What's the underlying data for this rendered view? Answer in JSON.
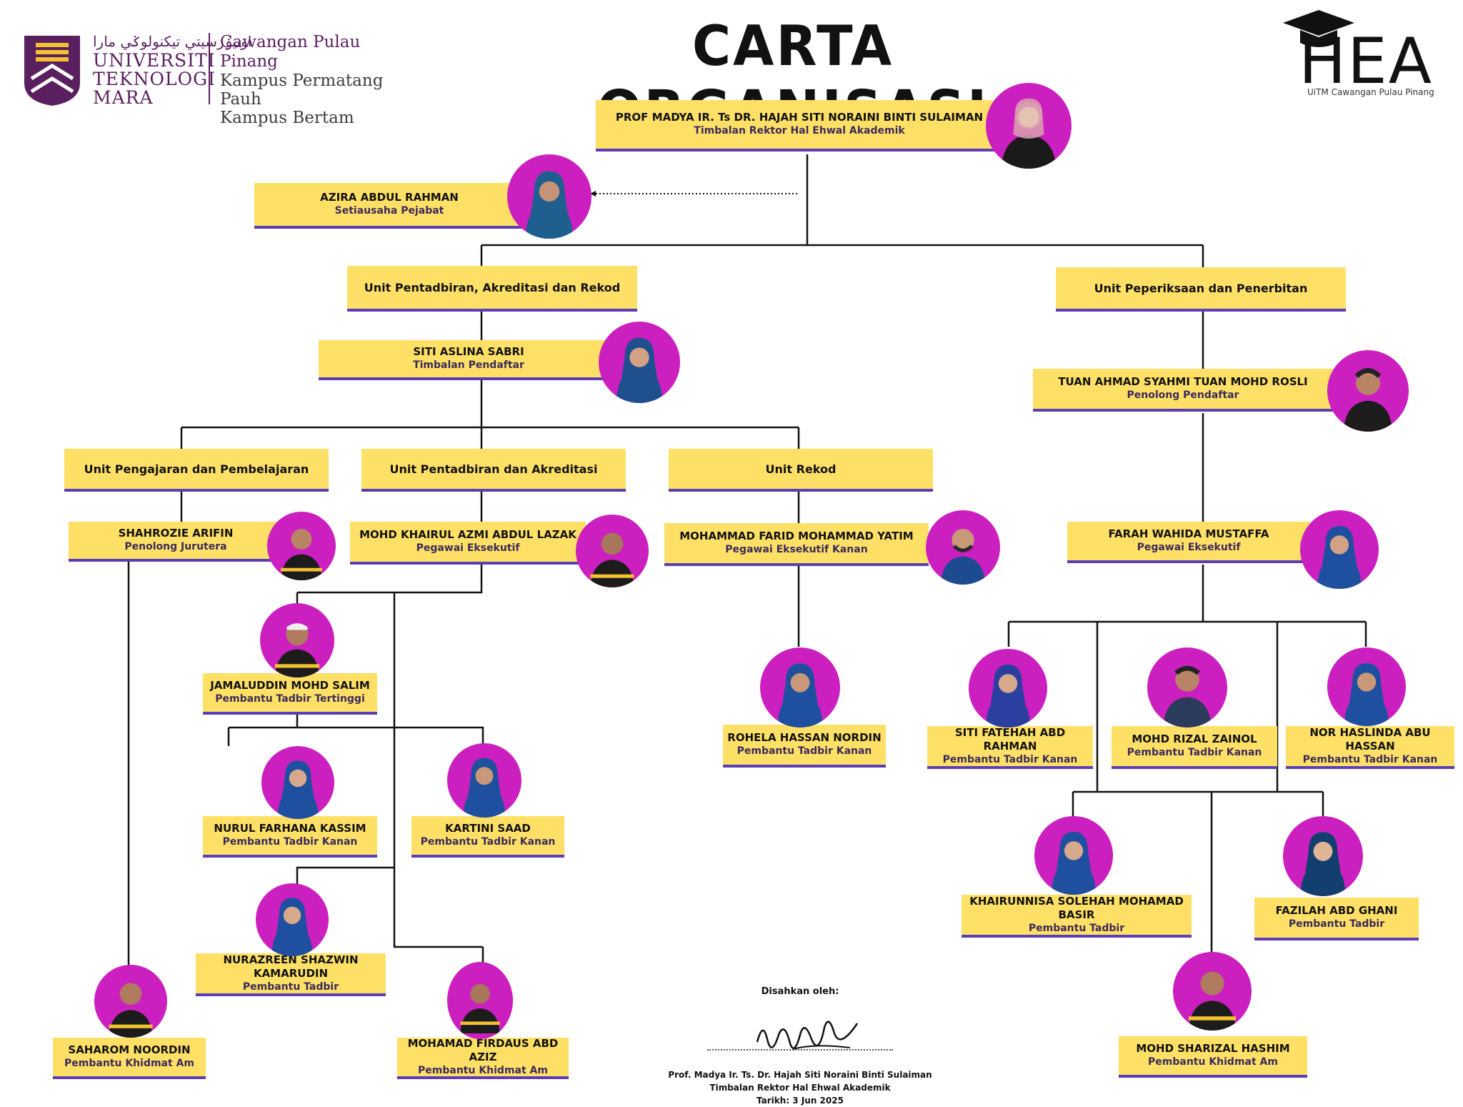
{
  "title": "CARTA ORGANISASI",
  "logo": {
    "arabic": "اونيۏرسيتي تيكنولوݢي مارا",
    "university_lines": [
      "UNIVERSITI",
      "TEKNOLOGI",
      "MARA"
    ],
    "campus_lines": [
      "Cawangan Pulau Pinang",
      "Kampus Permatang Pauh",
      "Kampus Bertam"
    ]
  },
  "hea": {
    "text": "HEA",
    "sub": "UiTM Cawangan Pulau Pinang"
  },
  "colors": {
    "box": "#ffe066",
    "underline": "#5b3db5",
    "photo": "#cc1fbf",
    "line": "#111111"
  },
  "people": {
    "tr": {
      "name": "PROF MADYA IR. Ts DR. HAJAH SITI NORAINI BINTI SULAIMAN",
      "role": "Timbalan Rektor Hal Ehwal Akademik"
    },
    "azira": {
      "name": "AZIRA ABDUL RAHMAN",
      "role": "Setiausaha Pejabat"
    },
    "siti_aslina": {
      "name": "SITI ASLINA SABRI",
      "role": "Timbalan Pendaftar"
    },
    "tuan_ahmad": {
      "name": "TUAN AHMAD SYAHMI TUAN MOHD ROSLI",
      "role": "Penolong Pendaftar"
    },
    "shahrozie": {
      "name": "SHAHROZIE ARIFIN",
      "role": "Penolong Jurutera"
    },
    "khairul": {
      "name": "MOHD KHAIRUL AZMI ABDUL LAZAK",
      "role": "Pegawai Eksekutif"
    },
    "farid": {
      "name": "MOHAMMAD FARID MOHAMMAD YATIM",
      "role": "Pegawai Eksekutif Kanan"
    },
    "farah": {
      "name": "FARAH WAHIDA MUSTAFFA",
      "role": "Pegawai Eksekutif"
    },
    "jamaluddin": {
      "name": "JAMALUDDIN MOHD SALIM",
      "role": "Pembantu Tadbir Tertinggi"
    },
    "rohela": {
      "name": "ROHELA HASSAN NORDIN",
      "role": "Pembantu Tadbir Kanan"
    },
    "fatehah": {
      "name": "SITI FATEHAH ABD RAHMAN",
      "role": "Pembantu Tadbir Kanan"
    },
    "rizal": {
      "name": "MOHD RIZAL ZAINOL",
      "role": "Pembantu Tadbir Kanan"
    },
    "haslinda": {
      "name": "NOR HASLINDA ABU HASSAN",
      "role": "Pembantu Tadbir Kanan"
    },
    "nurul": {
      "name": "NURUL FARHANA KASSIM",
      "role": "Pembantu Tadbir Kanan"
    },
    "kartini": {
      "name": "KARTINI SAAD",
      "role": "Pembantu Tadbir Kanan"
    },
    "khairunnisa": {
      "name": "KHAIRUNNISA SOLEHAH MOHAMAD BASIR",
      "role": "Pembantu Tadbir"
    },
    "fazilah": {
      "name": "FAZILAH ABD GHANI",
      "role": "Pembantu Tadbir"
    },
    "nurazreen": {
      "name": "NURAZREEN SHAZWIN KAMARUDIN",
      "role": "Pembantu Tadbir"
    },
    "saharom": {
      "name": "SAHAROM NOORDIN",
      "role": "Pembantu Khidmat Am"
    },
    "firdaus": {
      "name": "MOHAMAD FIRDAUS ABD AZIZ",
      "role": "Pembantu Khidmat Am"
    },
    "sharizal": {
      "name": "MOHD SHARIZAL HASHIM",
      "role": "Pembantu Khidmat Am"
    }
  },
  "units": {
    "pentadbiran_akreditasi_rekod": "Unit Pentadbiran, Akreditasi dan Rekod",
    "peperiksaan": "Unit Peperiksaan dan Penerbitan",
    "pengajaran": "Unit Pengajaran dan Pembelajaran",
    "pentadbiran_akreditasi": "Unit Pentadbiran dan Akreditasi",
    "rekod": "Unit Rekod"
  },
  "approval": {
    "label": "Disahkan oleh:",
    "name": "Prof. Madya Ir. Ts. Dr. Hajah Siti Noraini Binti Sulaiman",
    "role": "Timbalan Rektor Hal Ehwal Akademik",
    "date": "Tarikh: 3 Jun 2025"
  }
}
